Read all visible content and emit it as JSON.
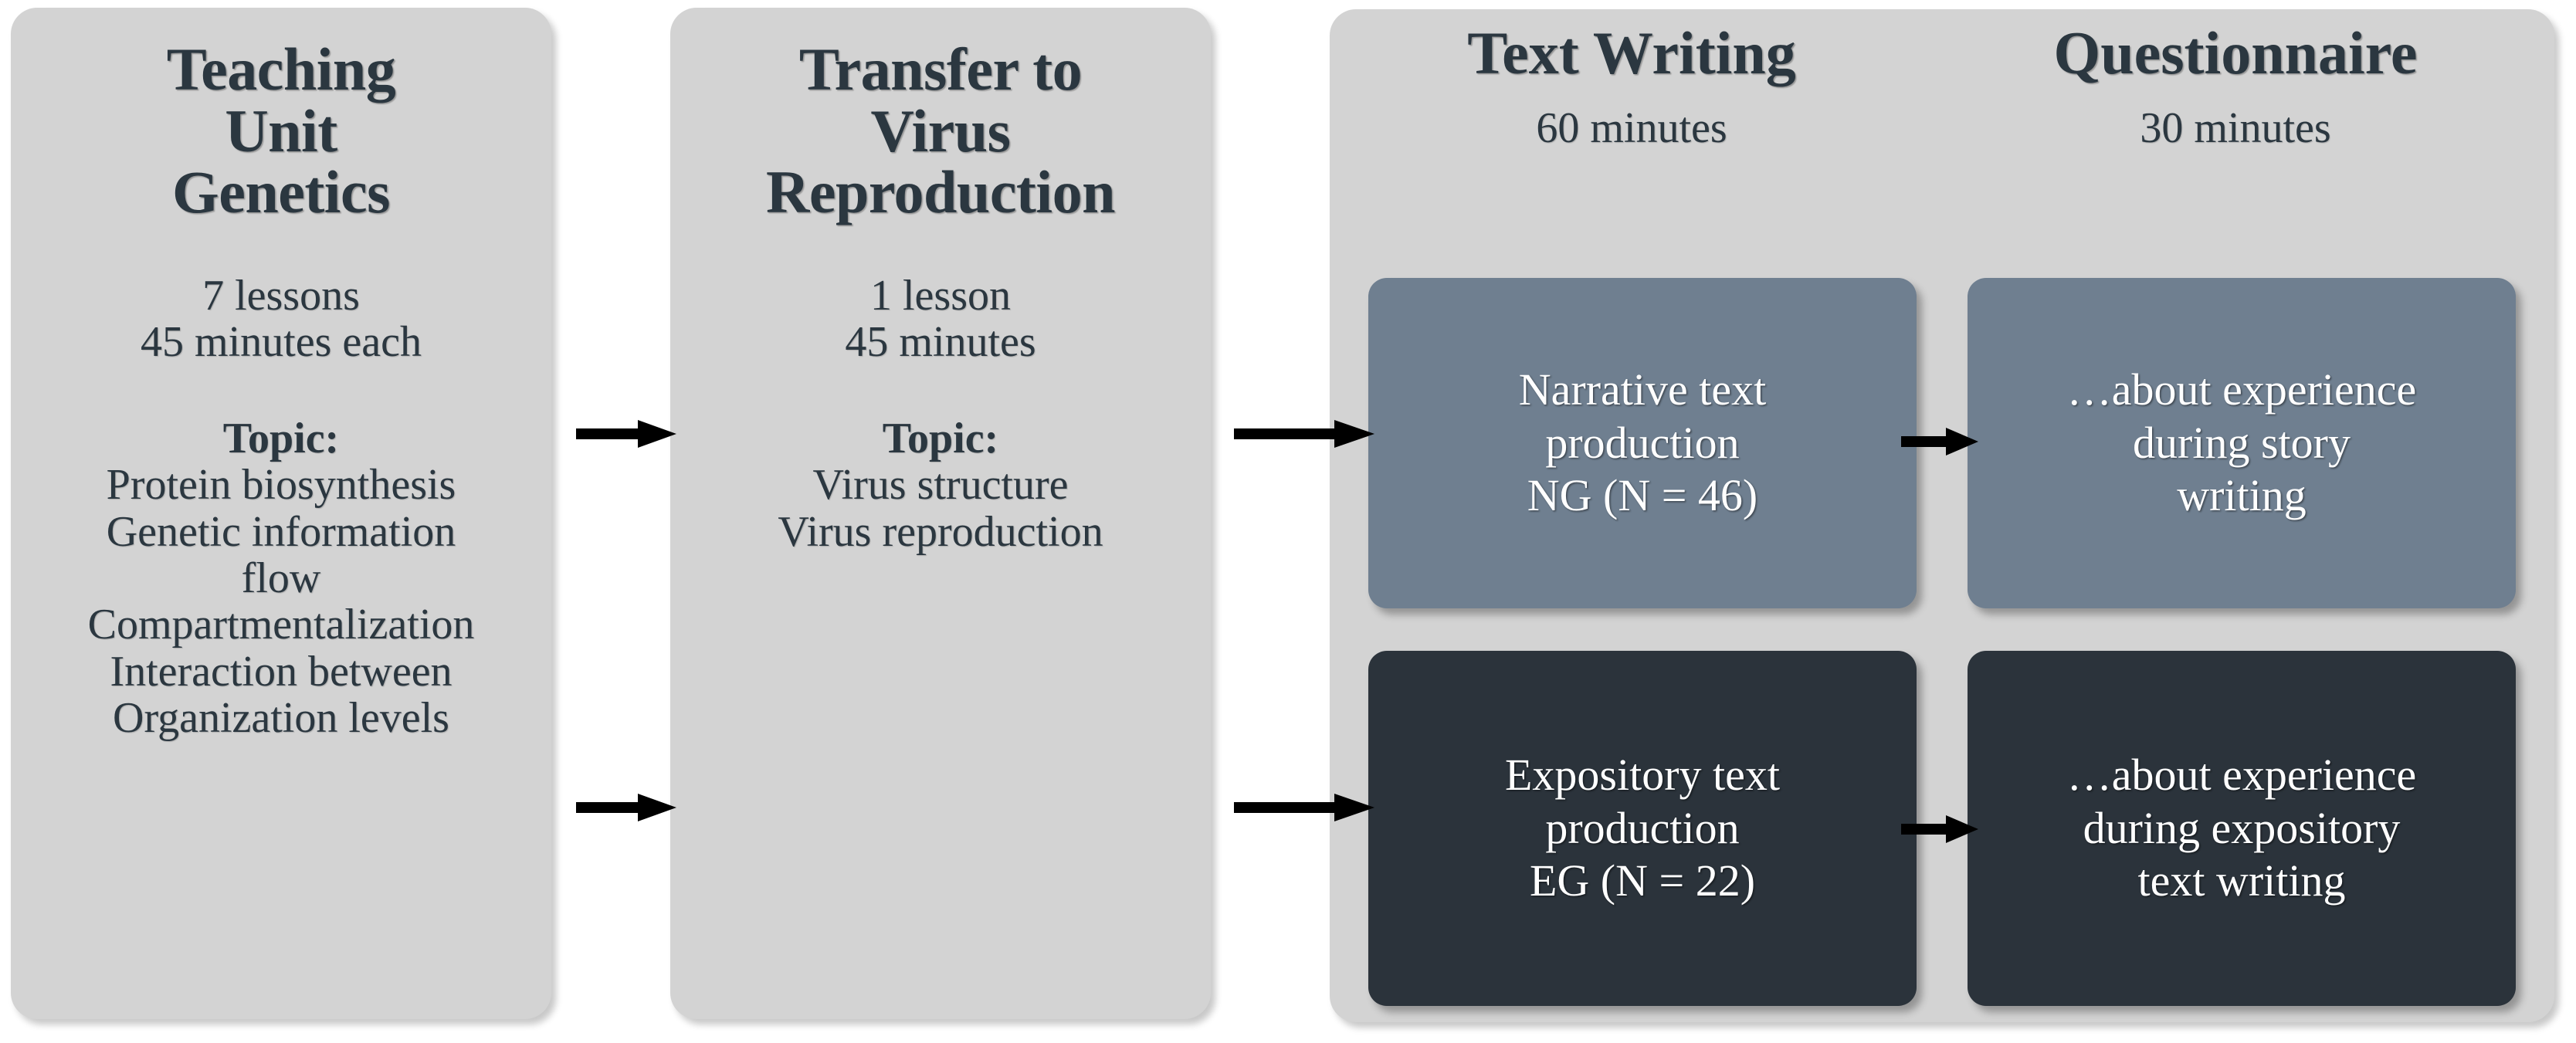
{
  "figure": {
    "type": "flowchart",
    "colors": {
      "panel_background": "#d3d3d3",
      "card_light": "#6f7f90",
      "card_dark": "#2b333b",
      "text_dark": "#2b3740",
      "text_light": "#ffffff",
      "arrow": "#000000",
      "page_background": "#ffffff"
    }
  },
  "panels": {
    "teaching_unit": {
      "title_line1": "Teaching",
      "title_line2": "Unit",
      "title_line3": "Genetics",
      "duration_line1": "7 lessons",
      "duration_line2": "45 minutes each",
      "topic_label": "Topic:",
      "topic_items": [
        "Protein biosynthesis",
        "Genetic information",
        "flow",
        "Compartmentalization",
        "Interaction between",
        "Organization levels"
      ]
    },
    "transfer": {
      "title_line1": "Transfer to",
      "title_line2": "Virus",
      "title_line3": "Reproduction",
      "duration_line1": "1 lesson",
      "duration_line2": "45 minutes",
      "topic_label": "Topic:",
      "topic_items": [
        "Virus structure",
        "Virus reproduction"
      ]
    },
    "study": {
      "columns": [
        {
          "title": "Text Writing",
          "duration": "60 minutes"
        },
        {
          "title": "Questionnaire",
          "duration": "30 minutes"
        }
      ]
    }
  },
  "cards": {
    "narrative": {
      "line1": "Narrative text",
      "line2": "production",
      "line3": "NG (N = 46)",
      "group_code": "NG",
      "n": 46,
      "shade": "light"
    },
    "questionnaire_story": {
      "line1": "…about experience",
      "line2": "during story",
      "line3": "writing",
      "shade": "light"
    },
    "expository": {
      "line1": "Expository text",
      "line2": "production",
      "line3": "EG (N = 22)",
      "group_code": "EG",
      "n": 22,
      "shade": "dark"
    },
    "questionnaire_expository": {
      "line1": "…about experience",
      "line2": "during expository",
      "line3": "text writing",
      "shade": "dark"
    }
  },
  "arrows": [
    {
      "name": "unit-to-transfer-top",
      "from": "teaching_unit",
      "to": "transfer"
    },
    {
      "name": "unit-to-transfer-bottom",
      "from": "teaching_unit",
      "to": "transfer"
    },
    {
      "name": "transfer-to-narrative",
      "from": "transfer",
      "to": "narrative"
    },
    {
      "name": "transfer-to-expository",
      "from": "transfer",
      "to": "expository"
    },
    {
      "name": "narrative-to-story",
      "from": "narrative",
      "to": "questionnaire_story"
    },
    {
      "name": "expository-to-expq",
      "from": "expository",
      "to": "questionnaire_expository"
    }
  ]
}
